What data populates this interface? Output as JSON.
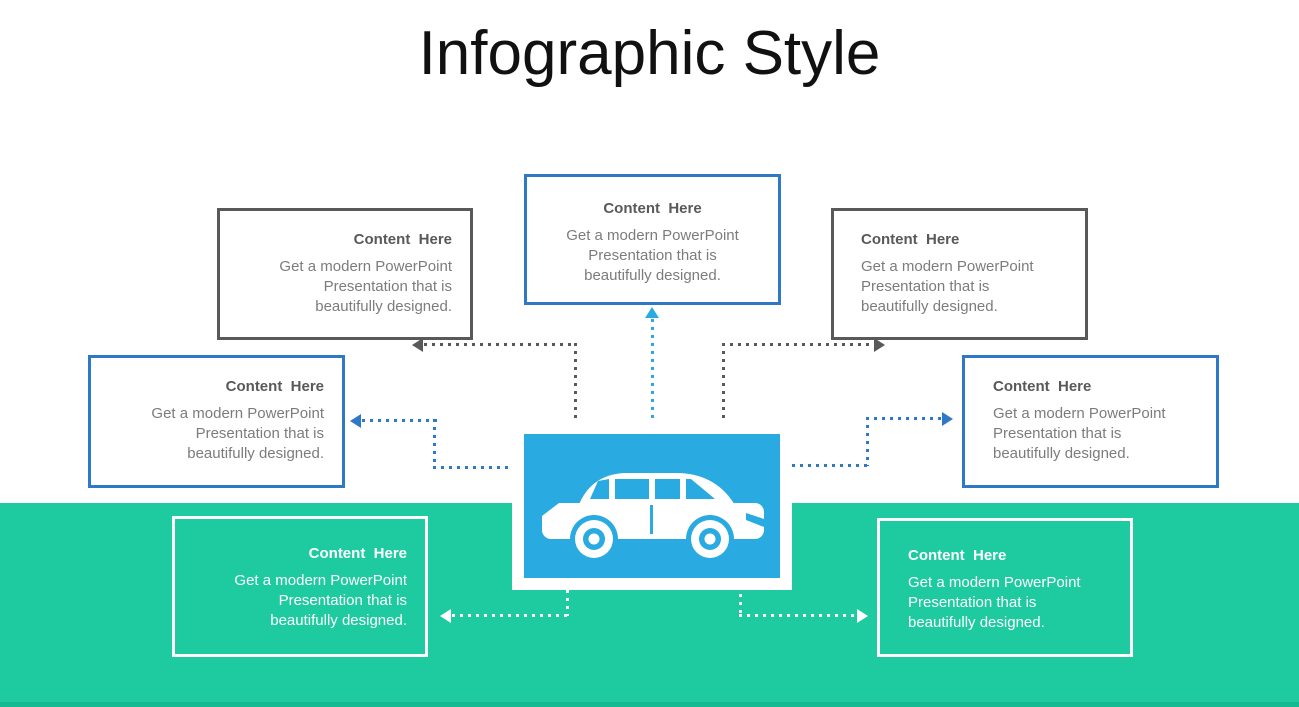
{
  "title": "Infographic Style",
  "colors": {
    "blue_border": "#2E78C6",
    "cyan": "#29ABE2",
    "gray_border": "#595959",
    "heading_text": "#595959",
    "body_text": "#7C7C7C",
    "green": "#1ECBA0",
    "green_dark": "#14BA92",
    "white": "#FFFFFF"
  },
  "boxes": [
    {
      "id": "top-left",
      "heading": "Content  Here",
      "body": "Get a modern PowerPoint\nPresentation that is\nbeautifully designed."
    },
    {
      "id": "top-center",
      "heading": "Content  Here",
      "body": "Get a modern PowerPoint\nPresentation that is\nbeautifully designed."
    },
    {
      "id": "top-right",
      "heading": "Content  Here",
      "body": "Get a modern PowerPoint\nPresentation that is\nbeautifully designed."
    },
    {
      "id": "mid-left",
      "heading": "Content  Here",
      "body": "Get a modern PowerPoint\nPresentation that is\nbeautifully designed."
    },
    {
      "id": "mid-right",
      "heading": "Content  Here",
      "body": "Get a modern PowerPoint\nPresentation that is\nbeautifully designed."
    },
    {
      "id": "bottom-left",
      "heading": "Content  Here",
      "body": "Get a modern PowerPoint\nPresentation that is\nbeautifully designed."
    },
    {
      "id": "bottom-right",
      "heading": "Content  Here",
      "body": "Get a modern PowerPoint\nPresentation that is\nbeautifully designed."
    }
  ],
  "center": {
    "icon": "car-icon"
  }
}
